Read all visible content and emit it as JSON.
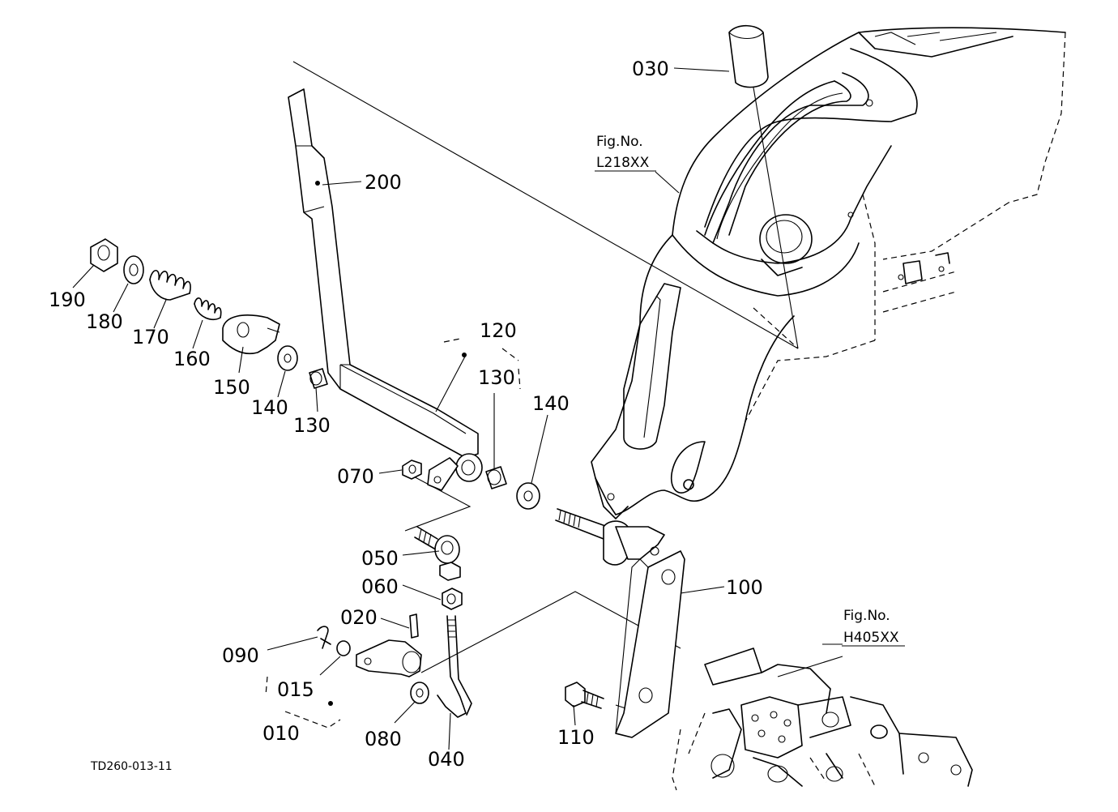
{
  "diagram": {
    "drawing_code": "TD260-013-11",
    "fig_refs": [
      {
        "caption": "Fig.No.",
        "number": "L218XX"
      },
      {
        "caption": "Fig.No.",
        "number": "H405XX"
      }
    ],
    "part_labels": {
      "p200": "200",
      "p030": "030",
      "p190": "190",
      "p180": "180",
      "p170": "170",
      "p160": "160",
      "p150": "150",
      "p140a": "140",
      "p130a": "130",
      "p120": "120",
      "p130b": "130",
      "p140b": "140",
      "p070": "070",
      "p050": "050",
      "p060": "060",
      "p100": "100",
      "p020": "020",
      "p090": "090",
      "p015": "015",
      "p010": "010",
      "p080": "080",
      "p040": "040",
      "p110": "110"
    }
  }
}
